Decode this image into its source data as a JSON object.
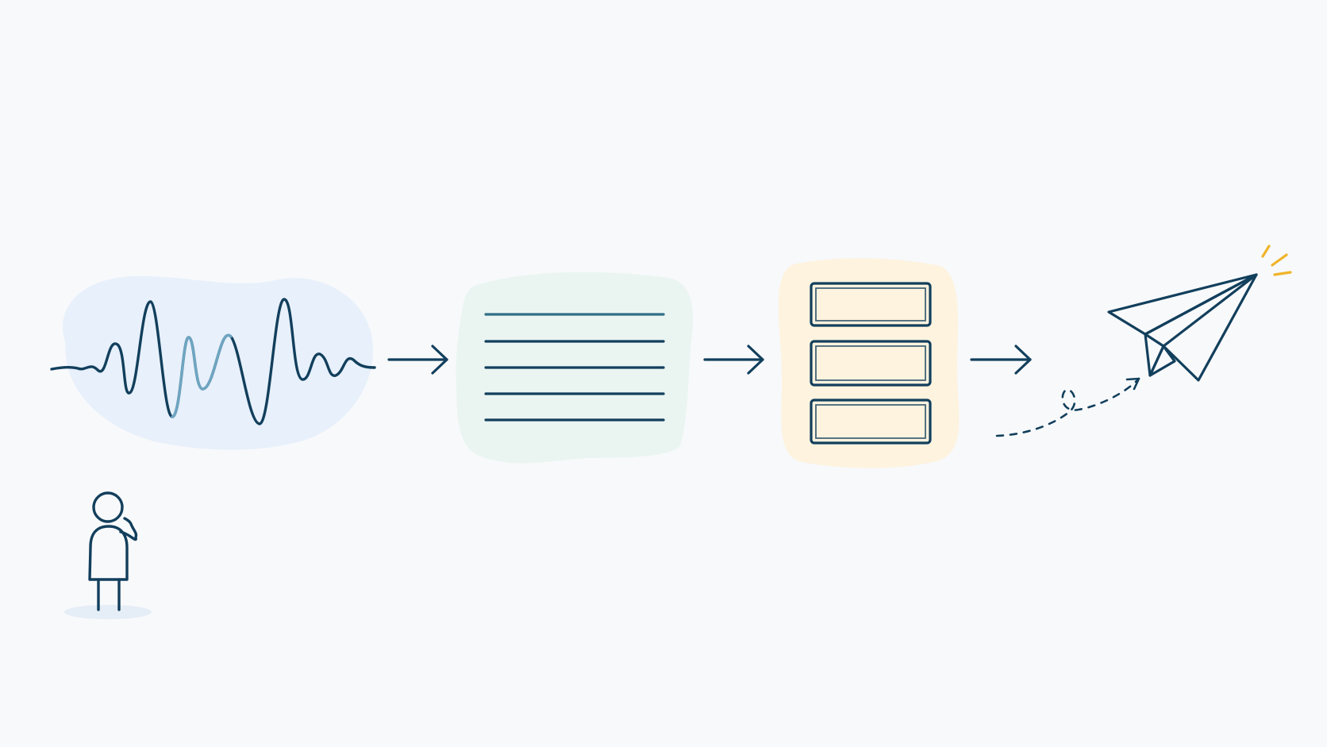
{
  "colors": {
    "background": "#f8f9fb",
    "ink": "#123f5c",
    "blue_blob": "#e7f0fb",
    "green_blob": "#eaf5f1",
    "yellow_blob": "#fdf3df",
    "card_fill": "#fbefcf",
    "person_fill": "#b8dff0",
    "person_shadow": "#e5edf6",
    "plane_fold": "#a9d7ee",
    "spark": "#f0b429"
  },
  "diagram": {
    "stages": [
      {
        "name": "voice-waveform",
        "icon": "waveform-icon"
      },
      {
        "name": "transcribed-text",
        "icon": "text-lines-icon"
      },
      {
        "name": "structured-items",
        "icon": "stacked-cards-icon"
      },
      {
        "name": "sent-message",
        "icon": "paper-plane-icon"
      }
    ],
    "flow_arrows": 3,
    "text_line_count": 5,
    "card_count": 3
  }
}
